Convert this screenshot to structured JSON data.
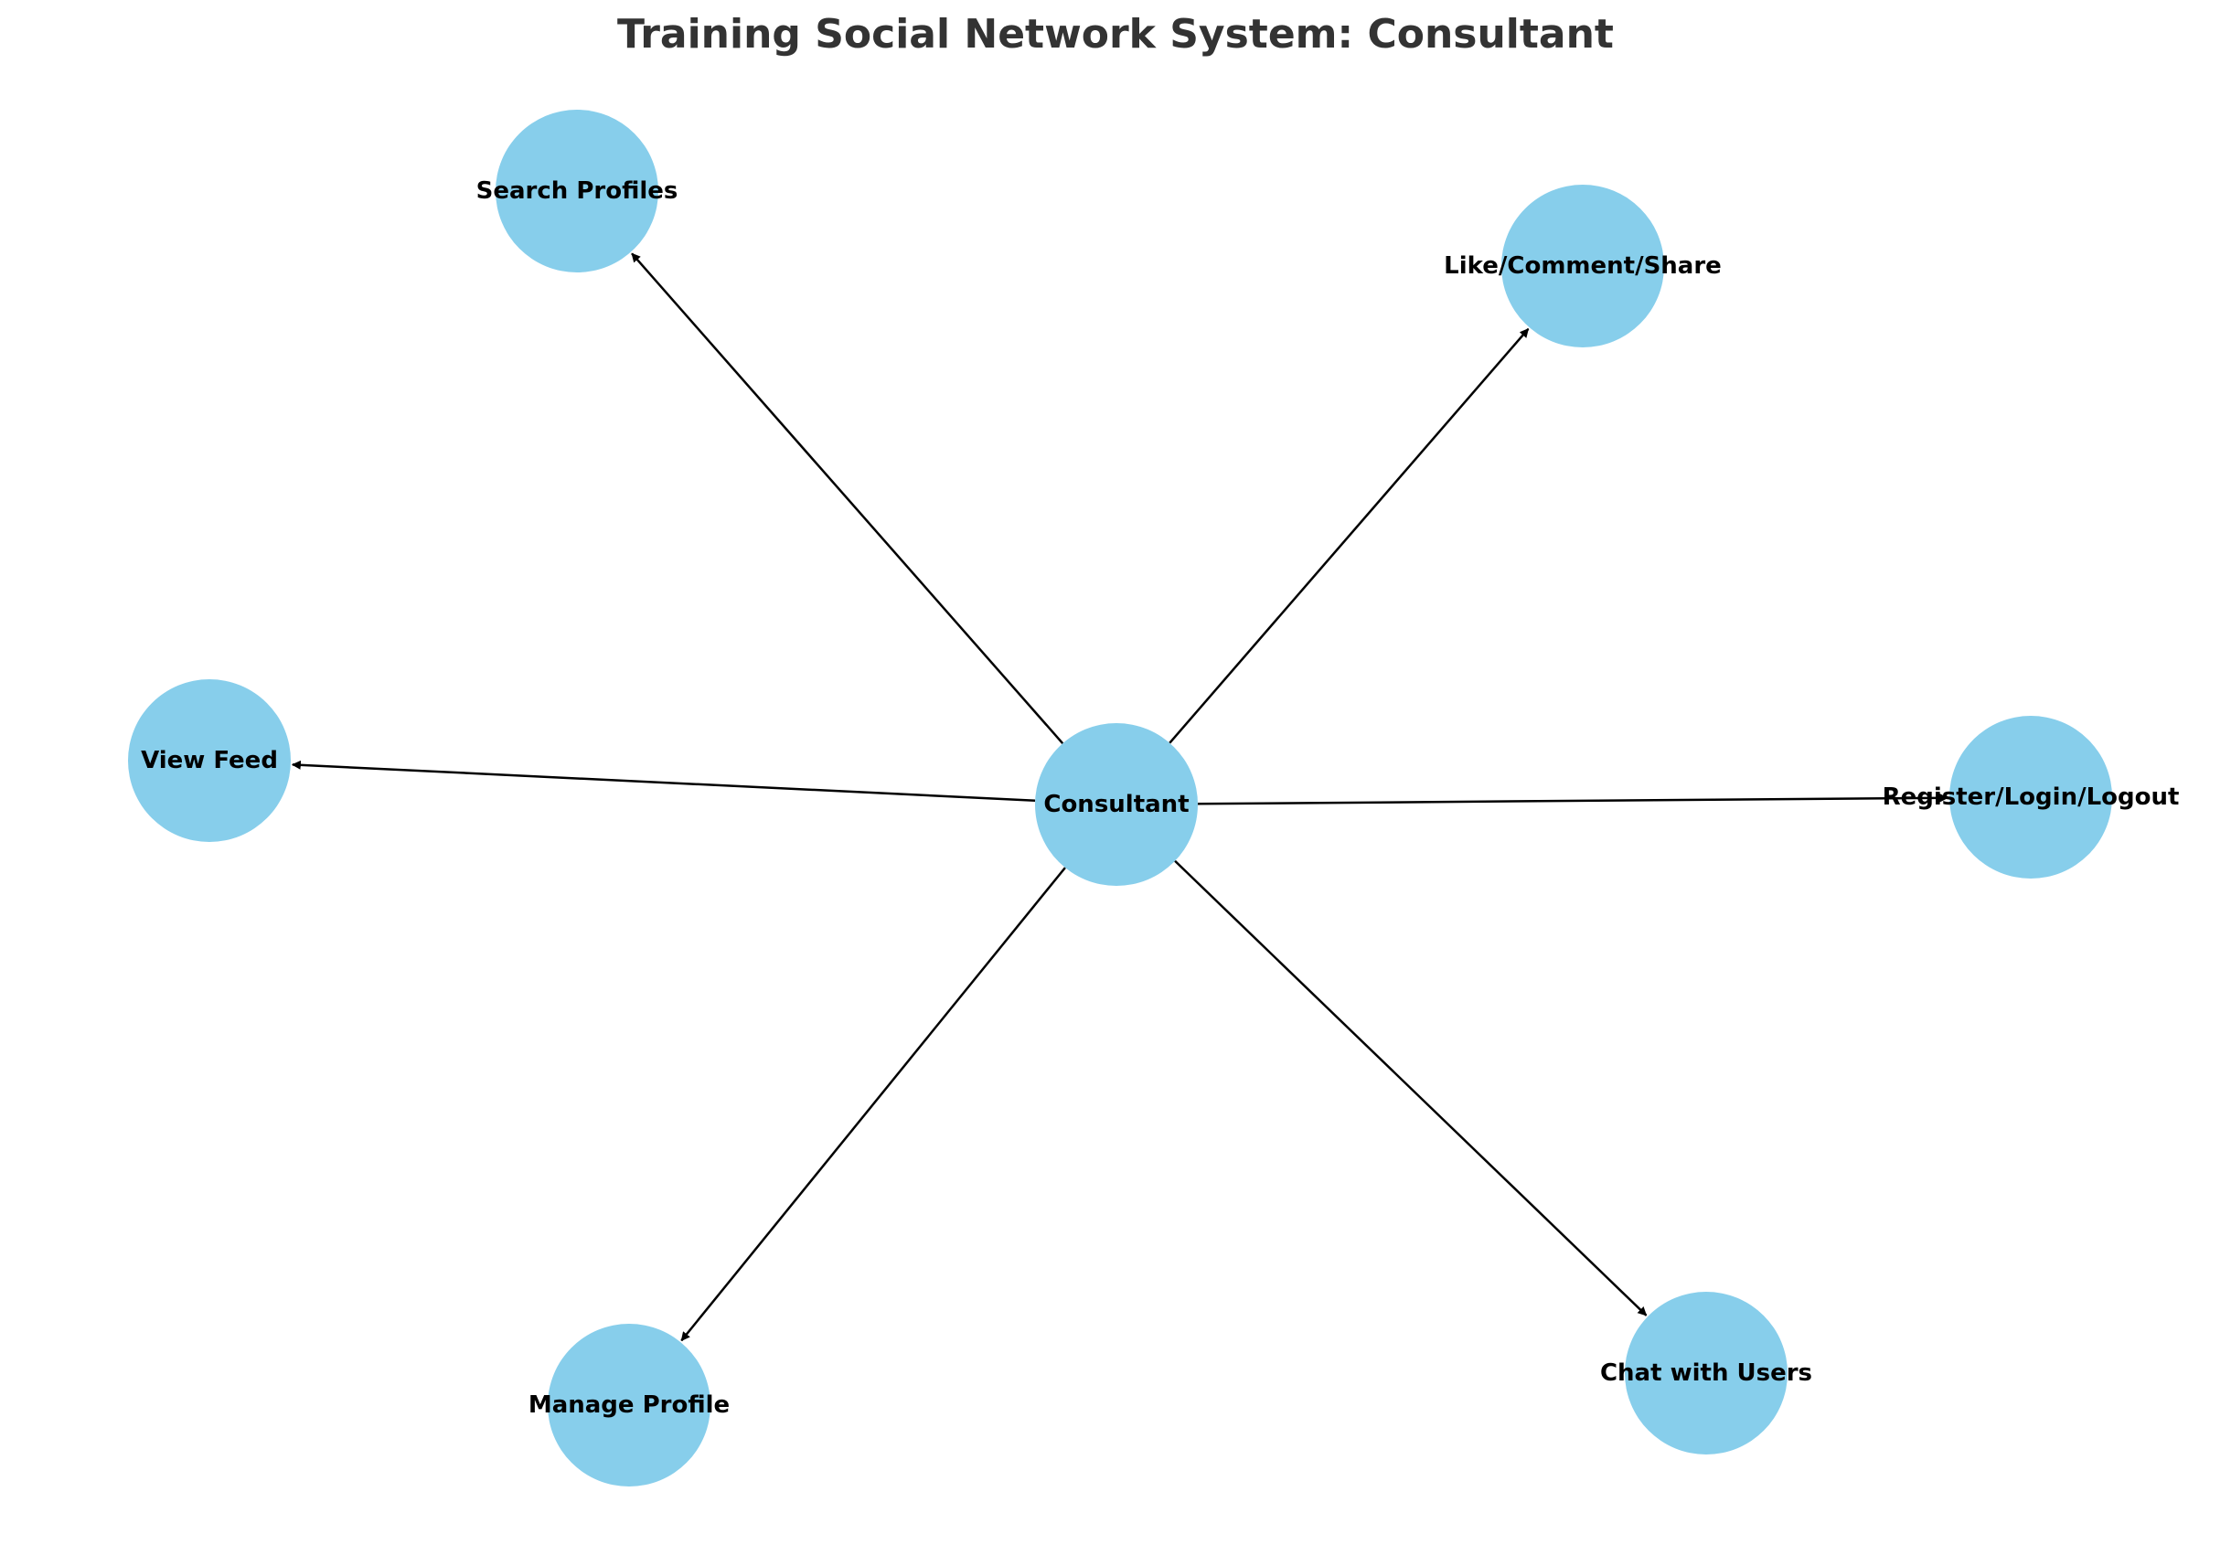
{
  "title": "Training Social Network System: Consultant",
  "colors": {
    "node_fill": "#87ceeb",
    "edge": "#000000",
    "title": "#333333",
    "label": "#000000"
  },
  "nodes": [
    {
      "id": "consultant",
      "label": "Consultant"
    },
    {
      "id": "search-profiles",
      "label": "Search Profiles"
    },
    {
      "id": "like-comment-share",
      "label": "Like/Comment/Share"
    },
    {
      "id": "view-feed",
      "label": "View Feed"
    },
    {
      "id": "register-login-logout",
      "label": "Register/Login/Logout"
    },
    {
      "id": "manage-profile",
      "label": "Manage Profile"
    },
    {
      "id": "chat-with-users",
      "label": "Chat with Users"
    }
  ],
  "edges": [
    {
      "from": "consultant",
      "to": "search-profiles"
    },
    {
      "from": "consultant",
      "to": "like-comment-share"
    },
    {
      "from": "consultant",
      "to": "view-feed"
    },
    {
      "from": "consultant",
      "to": "register-login-logout"
    },
    {
      "from": "consultant",
      "to": "manage-profile"
    },
    {
      "from": "consultant",
      "to": "chat-with-users"
    }
  ]
}
